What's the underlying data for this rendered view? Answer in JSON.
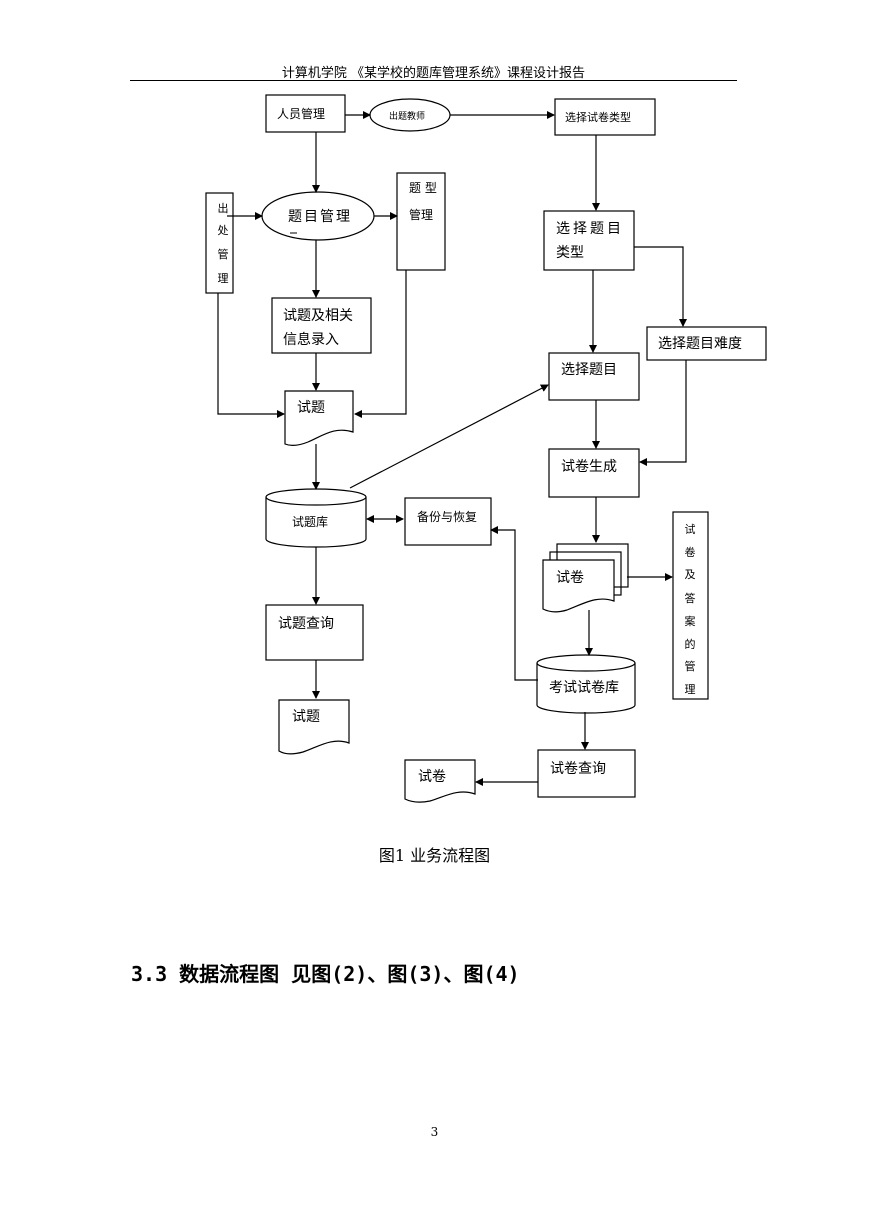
{
  "header": {
    "title": "计算机学院  《某学校的题库管理系统》课程设计报告"
  },
  "flowchart": {
    "personnel": "人员管理",
    "teacher": "出题教师",
    "select_paper_type": "选择试卷类型",
    "source_mgmt": "出处管理",
    "question_mgmt": "题目管理",
    "question_type_mgmt": "题型管理",
    "question_entry": [
      "试题及相关",
      "信息录入"
    ],
    "questions_doc": "试题",
    "question_bank": "试题库",
    "backup_restore": "备份与恢复",
    "question_query": "试题查询",
    "questions_doc2": "试题",
    "select_q_type": [
      "选择题目",
      "类型"
    ],
    "select_difficulty": "选择题目难度",
    "select_questions": "选择题目",
    "paper_generate": "试卷生成",
    "paper_doc": "试卷",
    "paper_answer_mgmt": "试卷及答案的管理",
    "exam_paper_bank": "考试试卷库",
    "paper_query": "试卷查询",
    "paper_doc2": "试卷"
  },
  "caption": "图1  业务流程图",
  "section_heading": "3.3  数据流程图  见图(2)、图(3)、图(4)",
  "page_number": "3"
}
